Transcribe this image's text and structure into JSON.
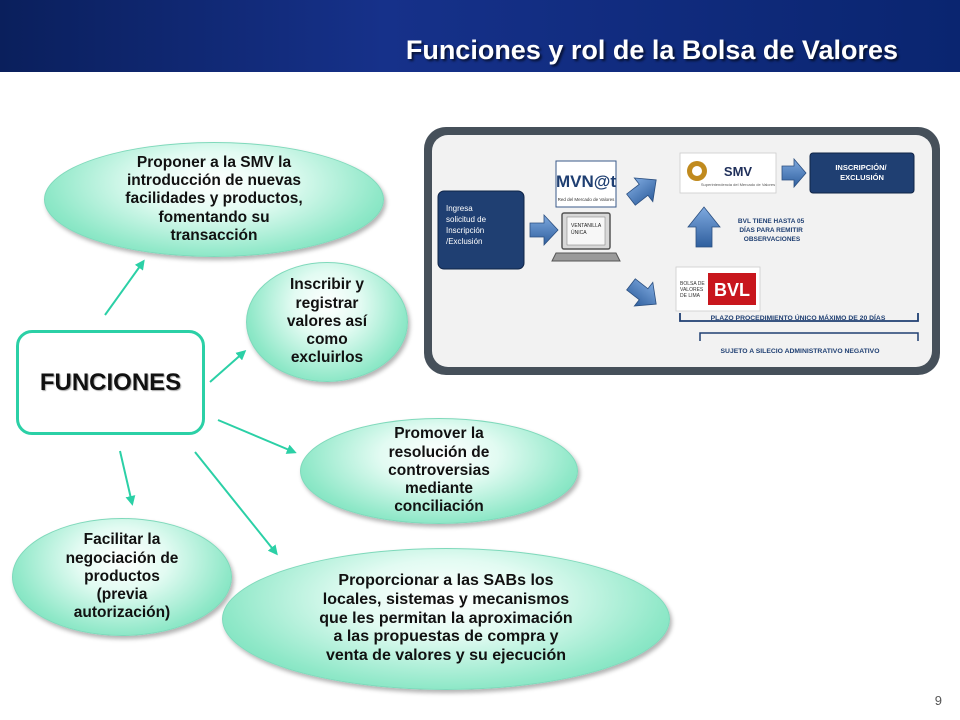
{
  "header": {
    "title": "Funciones y rol de la Bolsa de Valores"
  },
  "diagram": {
    "center_label": "FUNCIONES",
    "functions": [
      {
        "id": "f1",
        "lines": [
          "Proponer a la SMV la",
          "introducción de nuevas",
          "facilidades y productos,",
          "fomentando su",
          "transacción"
        ]
      },
      {
        "id": "f2",
        "lines": [
          "Inscribir y",
          "registrar",
          "valores así",
          "como",
          "excluirlos"
        ]
      },
      {
        "id": "f3",
        "lines": [
          "Promover la",
          "resolución de",
          "controversias",
          "mediante",
          "conciliación"
        ]
      },
      {
        "id": "f4",
        "lines": [
          "Facilitar la",
          "negociación de",
          "productos",
          "(previa",
          "autorización)"
        ]
      },
      {
        "id": "f5",
        "lines": [
          "Proporcionar a las SABs los",
          "locales, sistemas y mecanismos",
          "que les permitan la aproximación",
          "a las propuestas de compra y",
          "venta de valores y su ejecución"
        ]
      }
    ]
  },
  "process": {
    "request_box": [
      "Ingresa",
      "solicitud de",
      "Inscripción",
      "/Exclusión"
    ],
    "mvnet_logo": "MVN@t",
    "mvnet_caption": "Red del Mercado de Valores",
    "ventanilla": [
      "VENTANILLA",
      "ÚNICA"
    ],
    "smv_logo": "SMV",
    "smv_caption": "Superintendencia del Mercado de Valores",
    "result_box": [
      "INSCRIPCIÓN/",
      "EXCLUSIÓN"
    ],
    "bvl_note": [
      "BVL TIENE HASTA 05",
      "DÍAS PARA REMITIR",
      "OBSERVACIONES"
    ],
    "bvl_text": [
      "BOLSA DE",
      "VALORES",
      "DE LIMA"
    ],
    "bvl_logo": "BVL",
    "plazo_text": "PLAZO PROCEDIMIENTO ÚNICO MÁXIMO DE 20 DÍAS",
    "silencio_text": "SUJETO A SILECIO ADMINISTRATIVO NEGATIVO"
  },
  "colors": {
    "header": "#0a1f5c",
    "ellipse_fill": "#8fe8c8",
    "connector": "#2bd0a6",
    "process_box": "#1f3f72",
    "arrow_blue": "#3a6fb0",
    "bvl_red": "#c8161d"
  },
  "footer": {
    "page_number": "9"
  }
}
